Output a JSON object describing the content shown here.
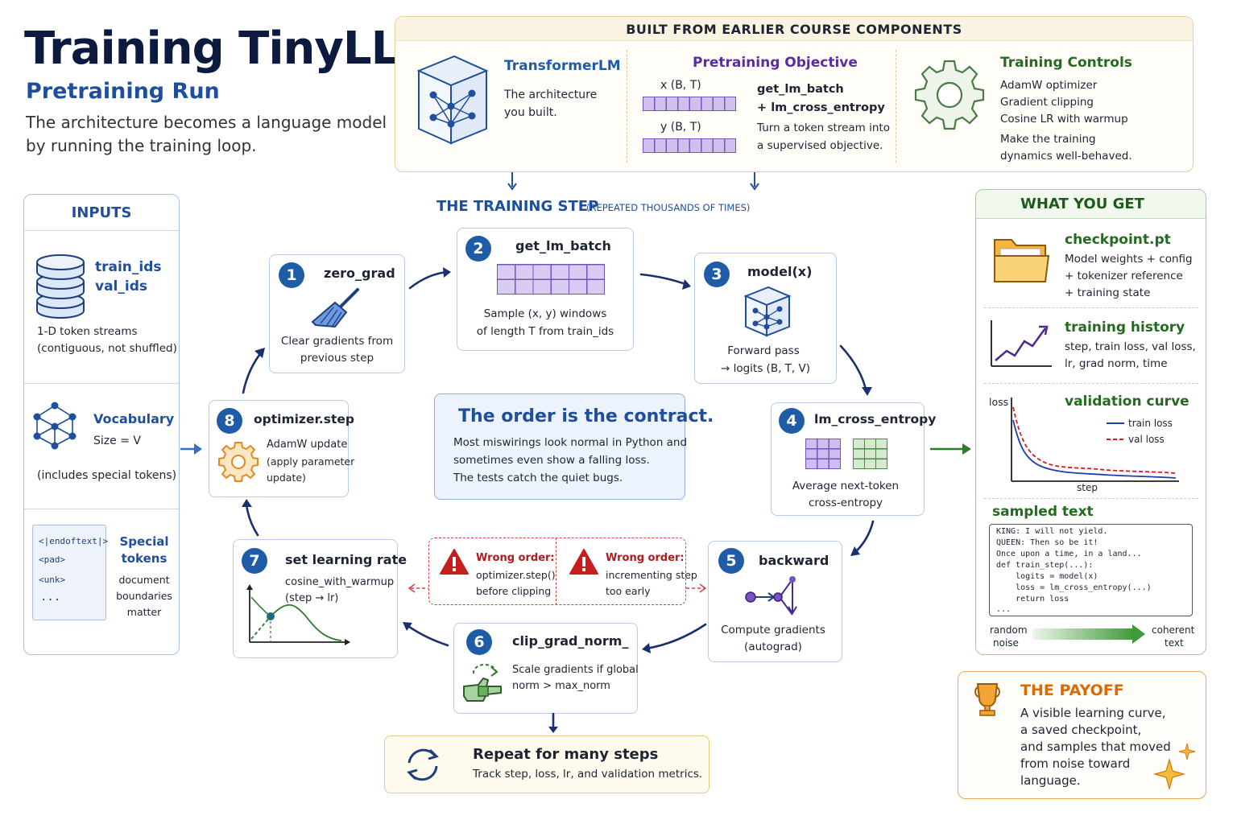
{
  "header": {
    "title": "Training TinyLLM",
    "subtitle": "Pretraining Run",
    "desc1": "The architecture becomes a language model",
    "desc2": "by running the training loop."
  },
  "components": {
    "heading": "BUILT FROM EARLIER COURSE COMPONENTS",
    "transformer": {
      "title": "TransformerLM",
      "l1": "The architecture",
      "l2": "you built."
    },
    "objective": {
      "title": "Pretraining Objective",
      "x": "x (B, T)",
      "y": "y (B, T)",
      "fn1": "get_lm_batch",
      "fn2": "+ lm_cross_entropy",
      "d1": "Turn a token stream into",
      "d2": "a supervised objective."
    },
    "controls": {
      "title": "Training Controls",
      "l1": "AdamW optimizer",
      "l2": "Gradient clipping",
      "l3": "Cosine LR with warmup",
      "l4": "Make the training",
      "l5": "dynamics well-behaved."
    }
  },
  "inputs": {
    "heading": "INPUTS",
    "ids1": "train_ids",
    "ids2": "val_ids",
    "ids_d1": "1-D token streams",
    "ids_d2": "(contiguous, not shuffled)",
    "vocab": "Vocabulary",
    "vocab_size": "Size = V",
    "vocab_note": "(includes special tokens)",
    "tokens": [
      "<|endoftext|>",
      "<pad>",
      "<unk>",
      "..."
    ],
    "special1": "Special",
    "special2": "tokens",
    "special_d1": "document",
    "special_d2": "boundaries",
    "special_d3": "matter"
  },
  "loop": {
    "heading": "THE TRAINING STEP",
    "heading_note": "(REPEATED THOUSANDS OF TIMES)",
    "steps": [
      {
        "n": "1",
        "title": "zero_grad",
        "l1": "Clear gradients from",
        "l2": "previous step"
      },
      {
        "n": "2",
        "title": "get_lm_batch",
        "l1": "Sample (x, y) windows",
        "l2": "of length T from train_ids"
      },
      {
        "n": "3",
        "title": "model(x)",
        "l1": "Forward pass",
        "l2": "→ logits (B, T, V)"
      },
      {
        "n": "4",
        "title": "lm_cross_entropy",
        "l1": "Average next-token",
        "l2": "cross-entropy"
      },
      {
        "n": "5",
        "title": "backward",
        "l1": "Compute gradients",
        "l2": "(autograd)"
      },
      {
        "n": "6",
        "title": "clip_grad_norm_",
        "l1": "Scale gradients if global",
        "l2": "norm > max_norm"
      },
      {
        "n": "7",
        "title": "set learning rate",
        "l1": "cosine_with_warmup",
        "l2": "(step → lr)"
      },
      {
        "n": "8",
        "title": "optimizer.step",
        "l1": "AdamW update",
        "l2": "(apply parameter",
        "l3": "update)"
      }
    ],
    "contract": {
      "title": "The order is the contract.",
      "l1": "Most miswirings look normal in Python and",
      "l2": "sometimes even show a falling loss.",
      "l3": "The tests catch the quiet bugs."
    },
    "wrong1": {
      "title": "Wrong order:",
      "l1": "optimizer.step()",
      "l2": "before clipping"
    },
    "wrong2": {
      "title": "Wrong order:",
      "l1": "incrementing step",
      "l2": "too early"
    },
    "repeat": {
      "title": "Repeat for many steps",
      "desc": "Track step, loss, lr, and validation metrics."
    }
  },
  "outputs": {
    "heading": "WHAT YOU GET",
    "ckpt": {
      "title": "checkpoint.pt",
      "l1": "Model weights + config",
      "l2": "+ tokenizer reference",
      "l3": "+ training state"
    },
    "history": {
      "title": "training history",
      "l1": "step, train loss, val loss,",
      "l2": "lr, grad norm, time"
    },
    "curve": {
      "title": "validation curve",
      "ylabel": "loss",
      "xlabel": "step",
      "legend1": "train loss",
      "legend2": "val loss"
    },
    "samples": {
      "title": "sampled text",
      "lines": [
        "KING: I will not yield.",
        "QUEEN: Then so be it!",
        "Once upon a time, in a land...",
        "def train_step(...):",
        "    logits = model(x)",
        "    loss = lm_cross_entropy(...)",
        "    return loss",
        "..."
      ],
      "from1": "random",
      "from2": "noise",
      "to1": "coherent",
      "to2": "text"
    }
  },
  "payoff": {
    "title": "THE PAYOFF",
    "l1": "A visible learning curve,",
    "l2": "a saved checkpoint,",
    "l3": "and samples that moved",
    "l4": "from noise toward",
    "l5": "language."
  },
  "colors": {
    "navy": "#0d1a40",
    "blue": "#1f5ca8",
    "purple": "#5a2d9e",
    "green": "#226b1f",
    "orange": "#d96b00",
    "red": "#c41e1e"
  }
}
